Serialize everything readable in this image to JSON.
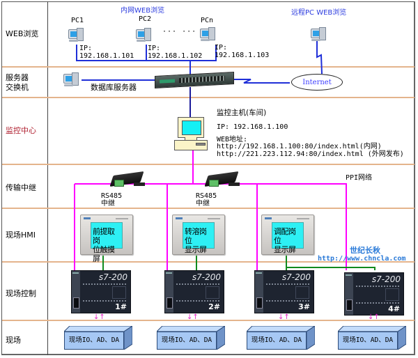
{
  "rows": [
    {
      "id": "web",
      "label": "WEB浏览"
    },
    {
      "id": "server",
      "label_lines": [
        "服务器",
        "交换机"
      ]
    },
    {
      "id": "monitor",
      "label": "监控中心"
    },
    {
      "id": "relay",
      "label": "传输中继"
    },
    {
      "id": "hmi",
      "label": "现场HMI"
    },
    {
      "id": "control",
      "label": "现场控制"
    },
    {
      "id": "field",
      "label": "现场"
    }
  ],
  "web": {
    "intranet_title": "内网WEB浏览",
    "remote_title": "远程PC WEB浏览",
    "ellipsis": "··· ···",
    "pcs": [
      {
        "name": "PC1",
        "ip_label": "IP:",
        "ip": "192.168.1.101"
      },
      {
        "name": "PC2",
        "ip_label": "IP:",
        "ip": "192.168.1.102"
      },
      {
        "name": "PCn",
        "ip_label": "IP:",
        "ip": "192.168.1.103"
      }
    ]
  },
  "server": {
    "db_server_label": "数据库服务器",
    "internet_label": "Internet"
  },
  "monitor": {
    "host_title": "监控主机(车间)",
    "ip_line": "IP: 192.168.1.100",
    "web_addr_label": "WEB地址:",
    "url_intranet": "http://192.168.1.100:80/index.html(内网)",
    "url_extranet": "http://221.223.112.94:80/index.html (外网发布)"
  },
  "relay": {
    "repeaters": [
      {
        "line1": "RS485",
        "line2": "中继"
      },
      {
        "line1": "RS485",
        "line2": "中继"
      }
    ],
    "network_label": "PPI网络"
  },
  "hmi": {
    "panels": [
      {
        "line1": "前提取岗",
        "line2": "位触摸屏"
      },
      {
        "line1": "转溶岗位",
        "line2": "显示屏"
      },
      {
        "line1": "调配岗位",
        "line2": "显示屏"
      }
    ]
  },
  "watermark": {
    "name": "世纪长秋",
    "url": "http://www.chncla.com"
  },
  "control": {
    "plcs": [
      {
        "model": "s7-200",
        "number": "1#"
      },
      {
        "model": "s7-200",
        "number": "2#"
      },
      {
        "model": "s7-200",
        "number": "3#"
      },
      {
        "model": "s7-200",
        "number": "4#"
      }
    ],
    "io_arrows": "↓↑"
  },
  "field": {
    "boxes": [
      {
        "label": "现场IO、AD、DA"
      },
      {
        "label": "现场IO、AD、DA"
      },
      {
        "label": "现场IO、AD、DA"
      },
      {
        "label": "现场IO、AD、DA"
      }
    ]
  },
  "colors": {
    "ethernet": "#1f2fd8",
    "ppi": "#ff00ff",
    "hmi_link": "#118a1e",
    "row_separator": "#e4b48c",
    "title_blue": "#2a3adf",
    "monitor_label_red": "#b02030"
  }
}
